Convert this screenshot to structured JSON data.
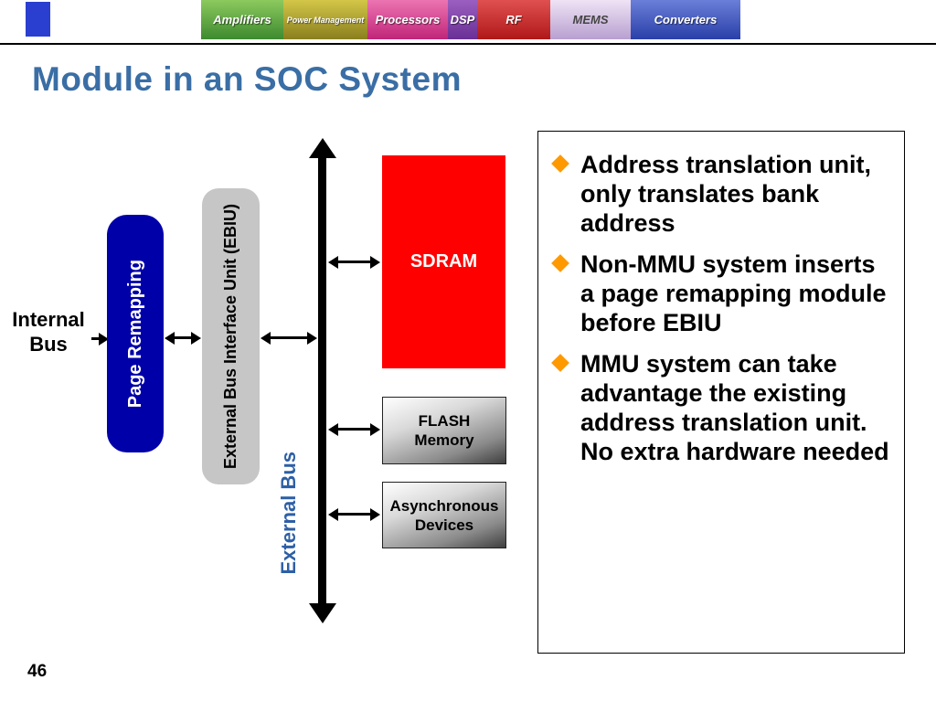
{
  "banner": {
    "segments": [
      {
        "label": "Amplifiers"
      },
      {
        "label": "Power Management"
      },
      {
        "label": "Processors"
      },
      {
        "label": "DSP"
      },
      {
        "label": "RF"
      },
      {
        "label": "MEMS"
      },
      {
        "label": "Converters"
      }
    ]
  },
  "title": "Module in an SOC System",
  "diagram": {
    "internal_bus": {
      "line1": "Internal",
      "line2": "Bus"
    },
    "page_remapping": "Page Remapping",
    "ebiu": "External Bus Interface Unit (EBIU)",
    "external_bus": "External Bus",
    "sdram": "SDRAM",
    "flash": {
      "line1": "FLASH",
      "line2": "Memory"
    },
    "async": {
      "line1": "Asynchronous",
      "line2": "Devices"
    }
  },
  "notes": {
    "items": [
      {
        "text": "Address translation unit, only translates bank address"
      },
      {
        "text": "Non-MMU system inserts a page remapping module before EBIU"
      },
      {
        "text": "MMU system can take advantage the existing address translation unit. No extra hardware needed"
      }
    ]
  },
  "page_number": "46",
  "colors": {
    "title": "#3A6EA5",
    "bullet": "#FF9900",
    "sdram_fill": "#FF0000",
    "page_remapping_fill": "#0000A8",
    "ebiu_fill": "#C6C6C6",
    "external_bus_label": "#2D5FA6"
  }
}
